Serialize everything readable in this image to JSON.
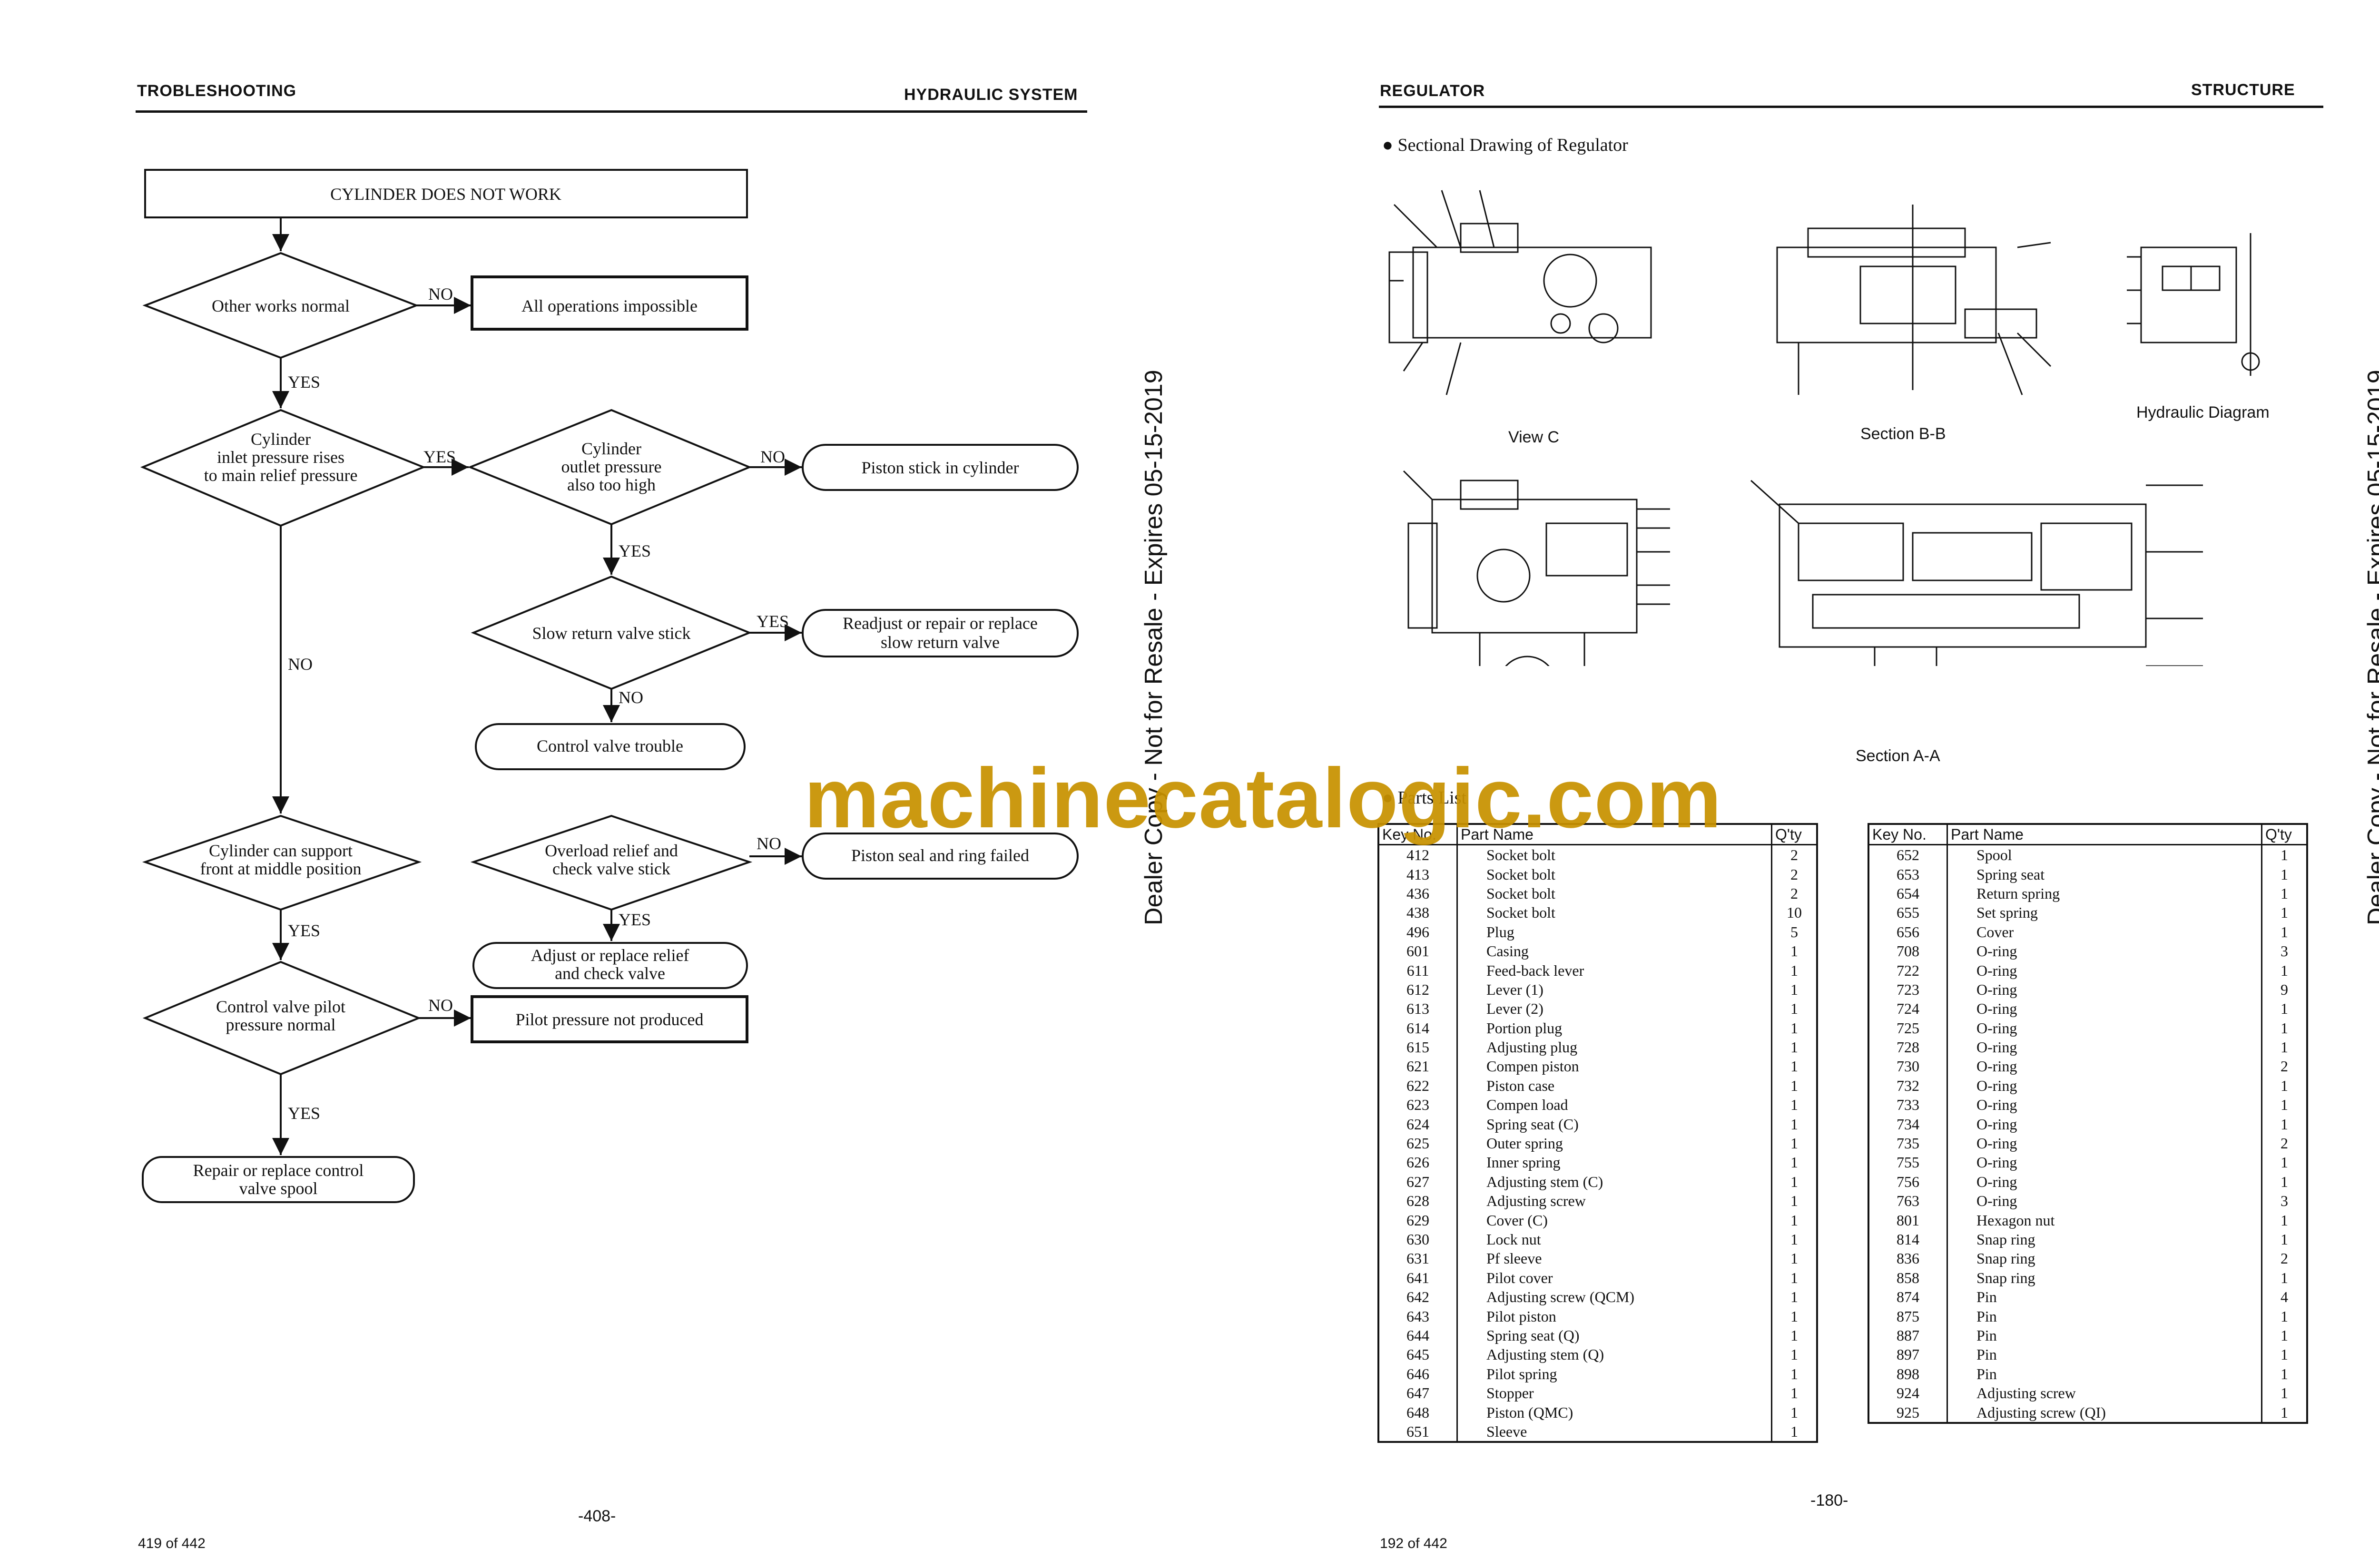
{
  "left": {
    "header_left": "TROBLESHOOTING",
    "header_right": "HYDRAULIC SYSTEM",
    "page_number": "-408-",
    "page_count": "419 of 442",
    "flow": {
      "start": "CYLINDER DOES NOT WORK",
      "d1": "Other works normal",
      "r1": "All operations impossible",
      "d2": [
        "Cylinder",
        "inlet pressure rises",
        "to main relief pressure"
      ],
      "d3": [
        "Cylinder",
        "outlet pressure",
        "also too high"
      ],
      "r3": "Piston stick in cylinder",
      "d4": "Slow return valve stick",
      "r4": [
        "Readjust or repair or replace",
        "slow return  valve"
      ],
      "r4b": "Control valve trouble",
      "d5": [
        "Cylinder can support",
        "front at middle position"
      ],
      "d6": [
        "Overload relief and",
        "check valve stick"
      ],
      "r6": "Piston seal and ring  failed",
      "r6b": [
        "Adjust or replace relief",
        "and check valve"
      ],
      "d7": [
        "Control valve pilot",
        "pressure normal"
      ],
      "r7": "Pilot pressure not produced",
      "r8": [
        "Repair or replace control",
        "valve spool"
      ],
      "yes": "YES",
      "no": "NO"
    }
  },
  "right": {
    "header_left": "REGULATOR",
    "header_right": "STRUCTURE",
    "section_title": "Sectional Drawing of Regulator",
    "captions": {
      "view_c": "View C",
      "section_bb": "Section B-B",
      "hydraulic": "Hydraulic Diagram",
      "section_aa": "Section A-A"
    },
    "parts_list_label": "Parts List",
    "page_number": "-180-",
    "page_count": "192 of 442",
    "table_headers": [
      "Key No.",
      "Part Name",
      "Q'ty"
    ],
    "table1": [
      [
        "412",
        "Socket bolt",
        "2"
      ],
      [
        "413",
        "Socket bolt",
        "2"
      ],
      [
        "436",
        "Socket bolt",
        "2"
      ],
      [
        "438",
        "Socket bolt",
        "10"
      ],
      [
        "496",
        "Plug",
        "5"
      ],
      [
        "601",
        "Casing",
        "1"
      ],
      [
        "611",
        "Feed-back lever",
        "1"
      ],
      [
        "612",
        "Lever (1)",
        "1"
      ],
      [
        "613",
        "Lever (2)",
        "1"
      ],
      [
        "614",
        "Portion plug",
        "1"
      ],
      [
        "615",
        "Adjusting plug",
        "1"
      ],
      [
        "621",
        "Compen piston",
        "1"
      ],
      [
        "622",
        "Piston case",
        "1"
      ],
      [
        "623",
        "Compen load",
        "1"
      ],
      [
        "624",
        "Spring seat (C)",
        "1"
      ],
      [
        "625",
        "Outer spring",
        "1"
      ],
      [
        "626",
        "Inner spring",
        "1"
      ],
      [
        "627",
        "Adjusting stem (C)",
        "1"
      ],
      [
        "628",
        "Adjusting screw",
        "1"
      ],
      [
        "629",
        "Cover (C)",
        "1"
      ],
      [
        "630",
        "Lock nut",
        "1"
      ],
      [
        "631",
        "Pf sleeve",
        "1"
      ],
      [
        "641",
        "Pilot cover",
        "1"
      ],
      [
        "642",
        "Adjusting screw (QCM)",
        "1"
      ],
      [
        "643",
        "Pilot piston",
        "1"
      ],
      [
        "644",
        "Spring seat (Q)",
        "1"
      ],
      [
        "645",
        "Adjusting stem (Q)",
        "1"
      ],
      [
        "646",
        "Pilot spring",
        "1"
      ],
      [
        "647",
        "Stopper",
        "1"
      ],
      [
        "648",
        "Piston (QMC)",
        "1"
      ],
      [
        "651",
        "Sleeve",
        "1"
      ]
    ],
    "table2": [
      [
        "652",
        "Spool",
        "1"
      ],
      [
        "653",
        "Spring seat",
        "1"
      ],
      [
        "654",
        "Return spring",
        "1"
      ],
      [
        "655",
        "Set spring",
        "1"
      ],
      [
        "656",
        "Cover",
        "1"
      ],
      [
        "708",
        "O-ring",
        "3"
      ],
      [
        "722",
        "O-ring",
        "1"
      ],
      [
        "723",
        "O-ring",
        "9"
      ],
      [
        "724",
        "O-ring",
        "1"
      ],
      [
        "725",
        "O-ring",
        "1"
      ],
      [
        "728",
        "O-ring",
        "1"
      ],
      [
        "730",
        "O-ring",
        "2"
      ],
      [
        "732",
        "O-ring",
        "1"
      ],
      [
        "733",
        "O-ring",
        "1"
      ],
      [
        "734",
        "O-ring",
        "1"
      ],
      [
        "735",
        "O-ring",
        "2"
      ],
      [
        "755",
        "O-ring",
        "1"
      ],
      [
        "756",
        "O-ring",
        "1"
      ],
      [
        "763",
        "O-ring",
        "3"
      ],
      [
        "801",
        "Hexagon nut",
        "1"
      ],
      [
        "814",
        "Snap ring",
        "1"
      ],
      [
        "836",
        "Snap ring",
        "2"
      ],
      [
        "858",
        "Snap ring",
        "1"
      ],
      [
        "874",
        "Pin",
        "4"
      ],
      [
        "875",
        "Pin",
        "1"
      ],
      [
        "887",
        "Pin",
        "1"
      ],
      [
        "897",
        "Pin",
        "1"
      ],
      [
        "898",
        "Pin",
        "1"
      ],
      [
        "924",
        "Adjusting screw",
        "1"
      ],
      [
        "925",
        "Adjusting screw (QI)",
        "1"
      ]
    ]
  },
  "watermarks": {
    "side": "Dealer Copy - Not for Resale - Expires 05-15-2019",
    "main": "machinecatalogic.com"
  }
}
